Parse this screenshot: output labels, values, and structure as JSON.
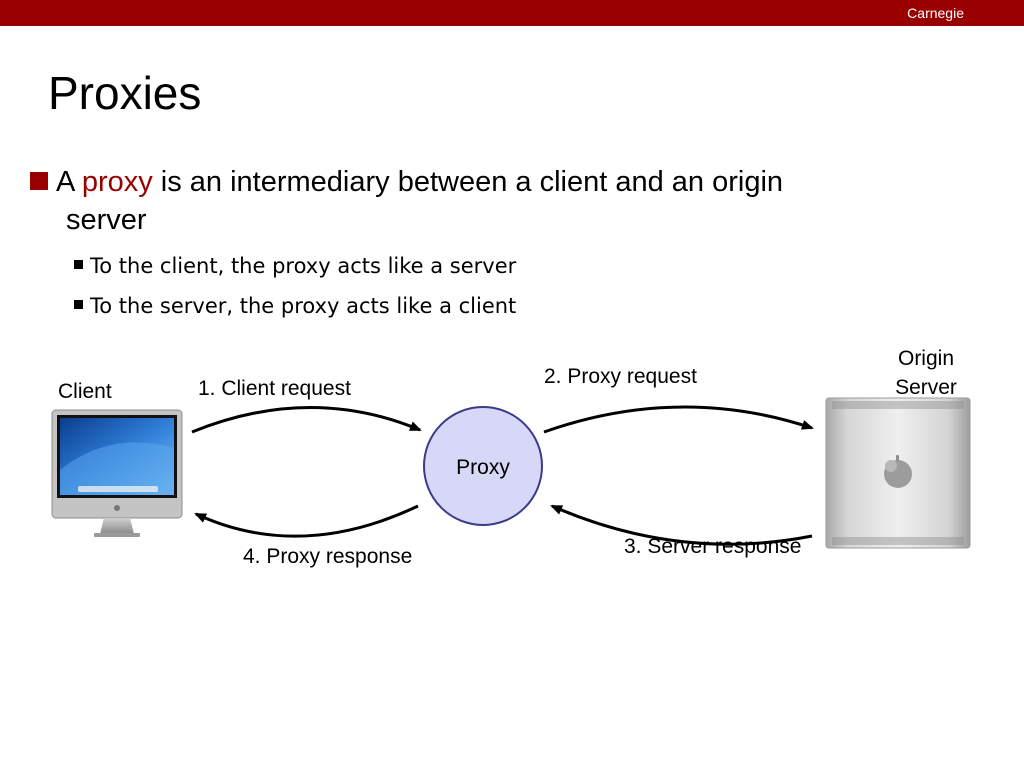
{
  "header": {
    "brand": "Carnegie"
  },
  "slide": {
    "title": "Proxies",
    "bullet": {
      "prefix": "A ",
      "highlight": "proxy",
      "text_line1": " is an intermediary between a client and an origin",
      "text_line2": "server"
    },
    "subbullets": [
      "To the client, the proxy acts like a server",
      "To the server, the proxy acts like a client"
    ]
  },
  "diagram": {
    "client_label": "Client",
    "proxy_label": "Proxy",
    "origin_label_line1": "Origin",
    "origin_label_line2": "Server",
    "step1": "1. Client request",
    "step2": "2. Proxy request",
    "step3": "3. Server response",
    "step4": "4. Proxy response",
    "colors": {
      "accent": "#990000",
      "proxy_fill": "#d7d7f7",
      "proxy_stroke": "#3a3a8a"
    }
  }
}
